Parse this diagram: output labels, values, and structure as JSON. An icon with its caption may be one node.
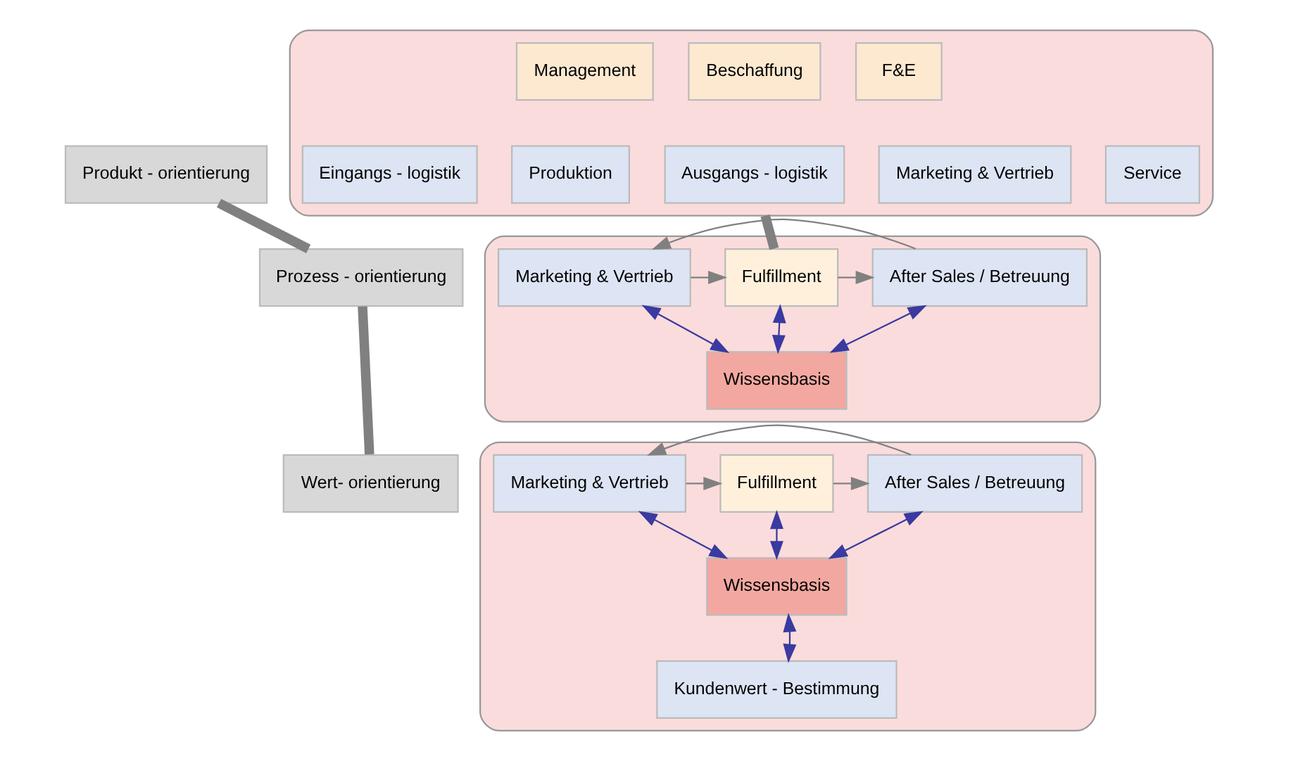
{
  "diagram": {
    "nodes": [
      {
        "text": [
          "Produkt - orientierung"
        ]
      },
      {
        "text": [
          "Prozess - orientierung"
        ]
      },
      {
        "text": [
          "Wert- orientierung"
        ]
      },
      {
        "text": [],
        "shape": "box"
      },
      {
        "text": [
          "Management"
        ],
        "in": 3
      },
      {
        "text": [
          "Beschaffung"
        ],
        "in": 3
      },
      {
        "text": [
          "F&E"
        ],
        "in": 3
      },
      {
        "text": [
          "Eingangs - logistik"
        ],
        "in": 3
      },
      {
        "text": [
          "Produktion"
        ],
        "in": 3
      },
      {
        "text": [
          "Ausgangs - logistik"
        ],
        "in": 3
      },
      {
        "text": [
          "Marketing & Vertrieb"
        ],
        "in": 3
      },
      {
        "text": [
          "Service"
        ],
        "in": 3
      },
      {
        "text": [],
        "shape": "box"
      },
      {
        "text": [
          "Marketing & Vertrieb"
        ],
        "in": 12
      },
      {
        "text": [
          "Fulfillment"
        ],
        "in": 12
      },
      {
        "text": [
          "After Sales / Betreuung"
        ],
        "in": 12
      },
      {
        "text": [
          "Wissensbasis"
        ],
        "in": 12
      },
      {
        "text": [],
        "shape": "box"
      },
      {
        "text": [
          "Marketing & Vertrieb"
        ],
        "in": 17
      },
      {
        "text": [
          "Fulfillment"
        ],
        "in": 17
      },
      {
        "text": [
          "After Sales / Betreuung"
        ],
        "in": 17
      },
      {
        "text": [
          "Wissensbasis"
        ],
        "in": 17
      },
      {
        "text": [
          "Kundenwert - Bestimmung"
        ],
        "in": 17
      }
    ],
    "edges": [
      {
        "from": 0,
        "to": 1,
        "arrow": "none",
        "style": "thick"
      },
      {
        "from": 1,
        "to": 2,
        "arrow": "none",
        "style": "thick"
      },
      {
        "from": 3,
        "to": 14,
        "arrow": "none",
        "style": "thick"
      },
      {
        "from": 13,
        "to": 14,
        "arrow": "to"
      },
      {
        "from": 14,
        "to": 15,
        "arrow": "to"
      },
      {
        "from": 15,
        "to": 13,
        "arrow": "to"
      },
      {
        "from": 14,
        "to": 16,
        "arrow": "both",
        "color": "#3a3aa0"
      },
      {
        "from": 13,
        "to": 16,
        "arrow": "both",
        "color": "#3a3aa0"
      },
      {
        "from": 15,
        "to": 16,
        "arrow": "both",
        "color": "#3a3aa0"
      },
      {
        "from": 18,
        "to": 19,
        "arrow": "to"
      },
      {
        "from": 19,
        "to": 20,
        "arrow": "to"
      },
      {
        "from": 20,
        "to": 18,
        "arrow": "to"
      },
      {
        "from": 19,
        "to": 21,
        "arrow": "both",
        "color": "#3a3aa0"
      },
      {
        "from": 18,
        "to": 21,
        "arrow": "both",
        "color": "#3a3aa0"
      },
      {
        "from": 20,
        "to": 21,
        "arrow": "both",
        "color": "#3a3aa0"
      },
      {
        "from": 22,
        "to": 21,
        "arrow": "both",
        "color": "#3a3aa0"
      }
    ]
  }
}
